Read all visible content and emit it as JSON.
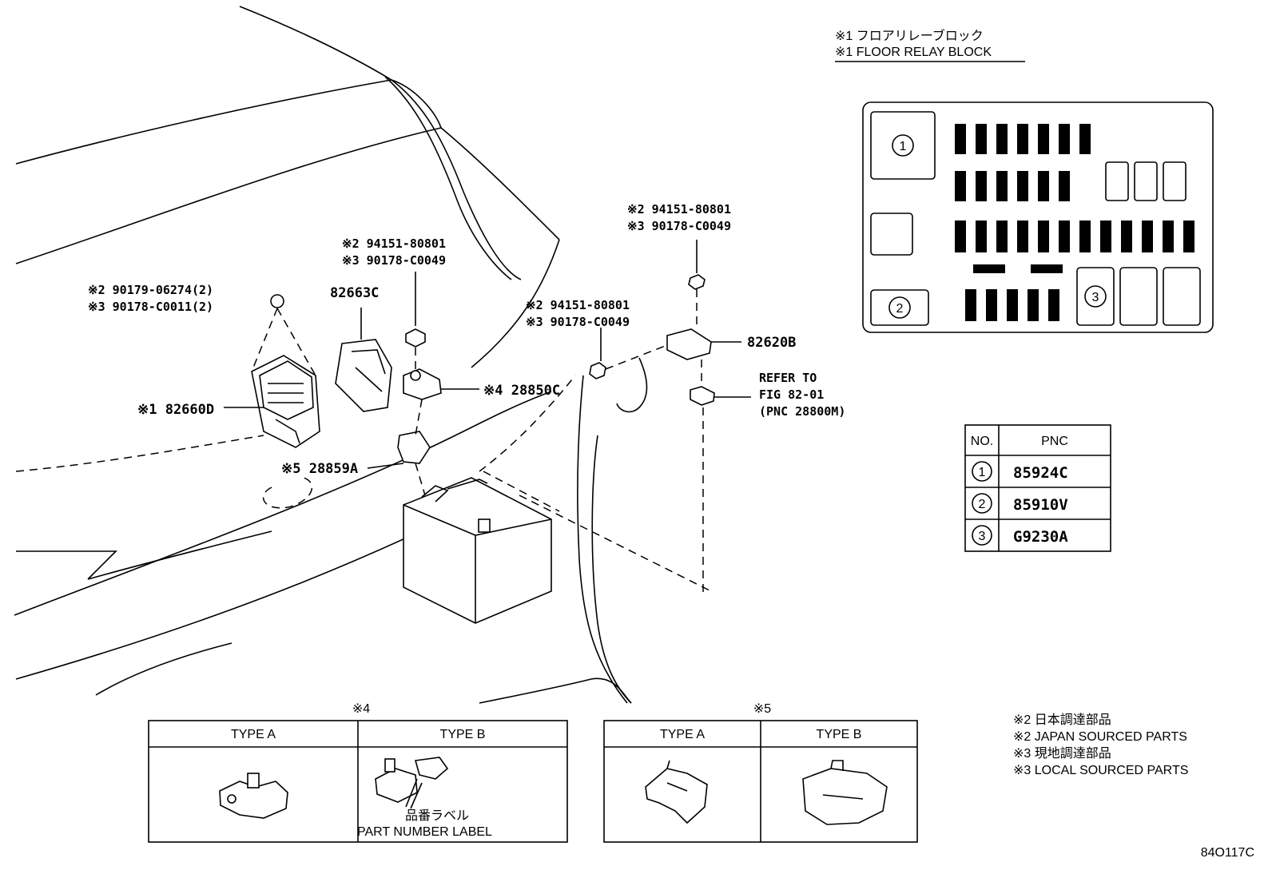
{
  "relay_block_title": {
    "jp": "※1 フロアリレーブロック",
    "en": "※1 FLOOR RELAY BLOCK"
  },
  "callouts": {
    "c1_a": "※2 90179-06274(2)",
    "c1_b": "※3 90178-C0011(2)",
    "c2": "82663C",
    "c3_a": "※2 94151-80801",
    "c3_b": "※3 90178-C0049",
    "c4_a": "※2 94151-80801",
    "c4_b": "※3 90178-C0049",
    "c5_a": "※2 94151-80801",
    "c5_b": "※3 90178-C0049",
    "c6": "82620B",
    "c7": "※1 82660D",
    "c8": "※4 28850C",
    "c9": "※5 28859A",
    "refer_1": "REFER TO",
    "refer_2": "FIG 82-01",
    "refer_3": "(PNC 28800M)"
  },
  "relay_block_markers": [
    "1",
    "2",
    "3"
  ],
  "pnc_table": {
    "headers": [
      "NO.",
      "PNC"
    ],
    "rows": [
      {
        "no": "1",
        "pnc": "85924C"
      },
      {
        "no": "2",
        "pnc": "85910V"
      },
      {
        "no": "3",
        "pnc": "G9230A"
      }
    ]
  },
  "type_table_4": {
    "mark": "※4",
    "col_a": "TYPE A",
    "col_b": "TYPE B",
    "label_jp": "品番ラベル",
    "label_en": "PART NUMBER LABEL"
  },
  "type_table_5": {
    "mark": "※5",
    "col_a": "TYPE A",
    "col_b": "TYPE B"
  },
  "notes": [
    "※2 日本調達部品",
    "※2 JAPAN SOURCED PARTS",
    "※3 現地調達部品",
    "※3 LOCAL SOURCED PARTS"
  ],
  "figure_code": "84O117C"
}
